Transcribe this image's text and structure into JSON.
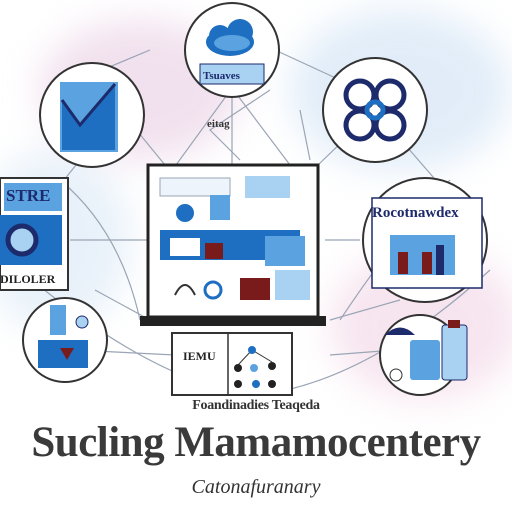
{
  "diagram": {
    "title": "Sucling Mamamocentery",
    "caption": "Foandinadies Teaqeda",
    "subtitle": "Catonafuranary",
    "node_labels": {
      "cloud": "Tsuaves",
      "left_panel": "STRE",
      "left_panel_bottom": "DILOLER",
      "right_panel": "Rocotnawdex",
      "center_text": "eitag",
      "bottom_card": "IEMU"
    },
    "icons": [
      "cloud-icon",
      "chart-icon",
      "gear-network-icon",
      "laptop-dashboard-icon",
      "briefcase-icon",
      "chemistry-icon",
      "document-icon",
      "bottles-icon"
    ],
    "colors": {
      "primary": "#1e6fc1",
      "light_blue": "#a9d2f2",
      "navy": "#1d2a6b",
      "dark": "#222222"
    }
  }
}
